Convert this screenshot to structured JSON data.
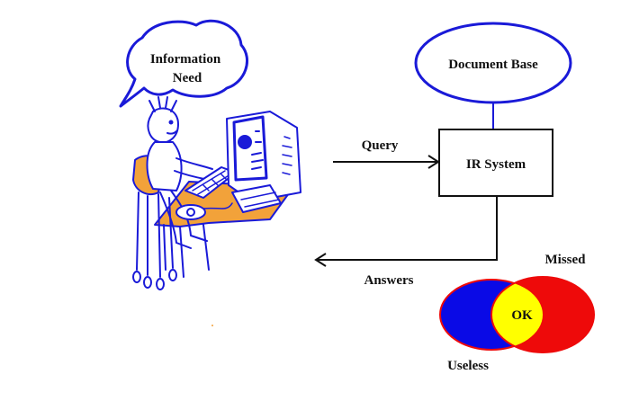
{
  "labels": {
    "information_need_line1": "Information",
    "information_need_line2": "Need",
    "document_base": "Document Base",
    "ir_system": "IR System",
    "query": "Query",
    "answers": "Answers",
    "missed": "Missed",
    "ok": "OK",
    "useless": "Useless"
  },
  "colors": {
    "outline_blue": "#1a1ad8",
    "answers_blue": "#0a0ae6",
    "relevant_red": "#ee0a0a",
    "overlap_yellow": "#ffff00",
    "desk_orange": "#f2a23a",
    "line_black": "#111111"
  },
  "icons": {
    "user": "person-at-computer-icon"
  }
}
